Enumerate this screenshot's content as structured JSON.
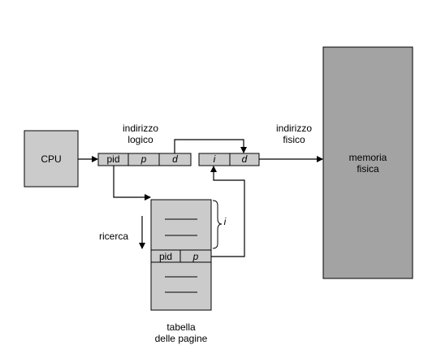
{
  "cpu": {
    "label": "CPU"
  },
  "logical_address": {
    "label_line1": "indirizzo",
    "label_line2": "logico",
    "fields": [
      "pid",
      "p",
      "d"
    ]
  },
  "physical_address": {
    "label_line1": "indirizzo",
    "label_line2": "fisico",
    "fields": [
      "i",
      "d"
    ]
  },
  "memory": {
    "label_line1": "memoria",
    "label_line2": "fisica"
  },
  "page_table": {
    "label_line1": "tabella",
    "label_line2": "delle pagine",
    "entry_fields": [
      "pid",
      "p"
    ],
    "brace_label": "i"
  },
  "search": {
    "label": "ricerca"
  },
  "colors": {
    "box_fill": "#cbcbcb",
    "memory_fill": "#a3a3a3",
    "stroke": "#000000",
    "background": "#ffffff"
  }
}
